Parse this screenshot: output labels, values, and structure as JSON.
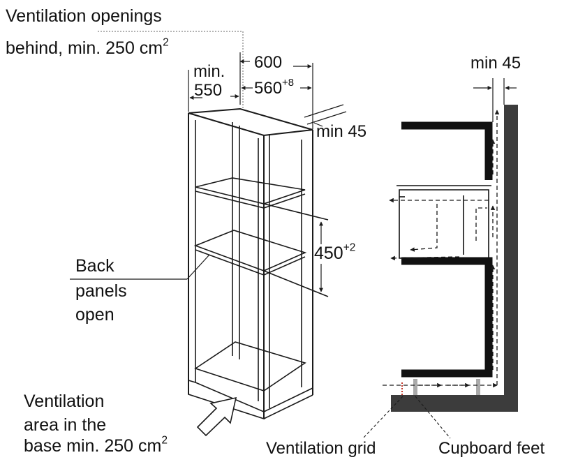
{
  "labels": {
    "vent_openings_line1": "Ventilation openings",
    "vent_openings_line2": "behind, min. 250 cm",
    "vent_openings_sup": "2",
    "dim_min": "min.",
    "dim_550": "550",
    "dim_600": "600",
    "dim_560": "560",
    "dim_560_sup": "+8",
    "min45_left": "min 45",
    "min45_right": "min 45",
    "dim_450": "450",
    "dim_450_sup": "+2",
    "back_panels_1": "Back",
    "back_panels_2": "panels",
    "back_panels_3": "open",
    "vent_area_1": "Ventilation",
    "vent_area_2": "area in the",
    "vent_area_3": "base min. 250 cm",
    "vent_area_sup": "2",
    "vent_grid": "Ventilation grid",
    "cupboard_feet": "Cupboard feet"
  },
  "colors": {
    "line": "#1a1a1a",
    "wall": "#3c3c3c",
    "foot": "#aaaaaa",
    "grid": "#c0392b"
  }
}
